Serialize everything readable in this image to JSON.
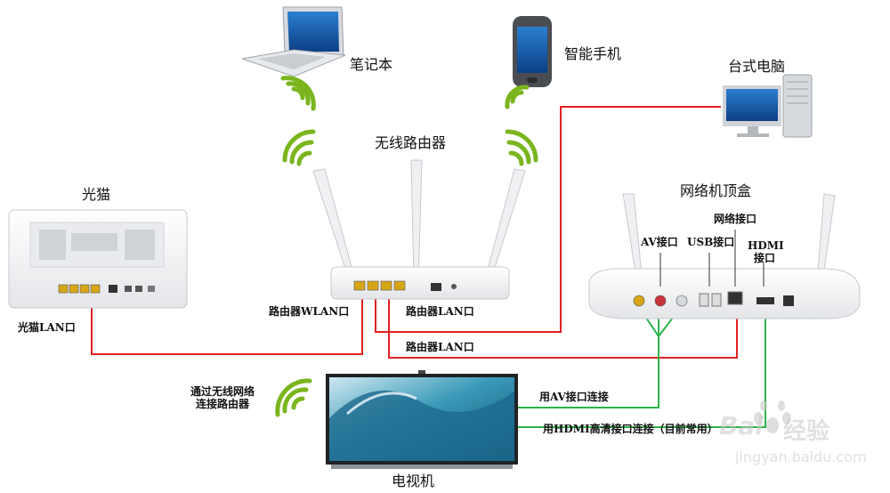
{
  "devices": {
    "laptop": "笔记本",
    "smartphone": "智能手机",
    "desktop": "台式电脑",
    "router": "无线路由器",
    "modem": "光猫",
    "settop_box": "网络机顶盒",
    "tv": "电视机"
  },
  "ports": {
    "av": "AV接口",
    "usb": "USB接口",
    "network": "网络接口",
    "hdmi_line1": "HDMI",
    "hdmi_line2": "接口"
  },
  "connections": {
    "modem_lan": "光猫LAN口",
    "router_wan": "路由器WLAN口",
    "router_lan_1": "路由器LAN口",
    "router_lan_2": "路由器LAN口",
    "wifi_router_line1": "通过无线网络",
    "wifi_router_line2": "连接路由器",
    "av_connect": "用AV接口连接",
    "hdmi_connect": "用HDMI高清接口连接（目前常用）"
  },
  "watermark": {
    "brand": "Bai",
    "brand_tail": "经验",
    "url": "jingyan.baidu.com"
  },
  "colors": {
    "ethernet_cable": "#e02020",
    "video_cable": "#2db34a",
    "wifi_signal": "#7ab51d"
  }
}
